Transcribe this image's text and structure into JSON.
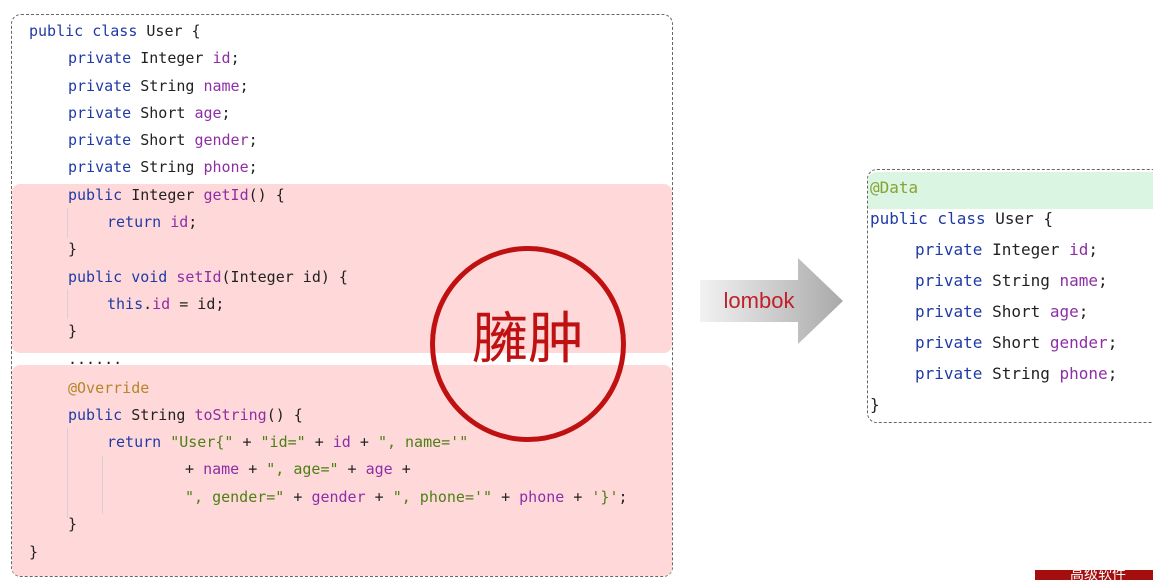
{
  "before_code": {
    "class_decl": {
      "kw": "public class",
      "name": "User {"
    },
    "fields": [
      {
        "kw": "private",
        "type": "Integer",
        "name": "id",
        "end": ";"
      },
      {
        "kw": "private",
        "type": "String",
        "name": "name",
        "end": ";"
      },
      {
        "kw": "private",
        "type": "Short",
        "name": "age",
        "end": ";"
      },
      {
        "kw": "private",
        "type": "Short",
        "name": "gender",
        "end": ";"
      },
      {
        "kw": "private",
        "type": "String",
        "name": "phone",
        "end": ";"
      }
    ],
    "getter": {
      "kw": "public",
      "type": "Integer",
      "method": "getId",
      "rest": "() {"
    },
    "getter_body": {
      "kw": "return",
      "field": "id",
      "end": ";"
    },
    "brace": "}",
    "setter": {
      "kw": "public void",
      "method": "setId",
      "rest": "(Integer id) {"
    },
    "setter_body": {
      "kw": "this",
      "dot": ".",
      "field": "id",
      "rest": " = id;"
    },
    "ellipsis": "......",
    "override": "@Override",
    "tostring": {
      "kw": "public",
      "type": "String",
      "method": "toString",
      "rest": "() {"
    },
    "ret1": {
      "kw": "return",
      "s1": "\"User{\"",
      "p1": " + ",
      "s2": "\"id=\"",
      "p2": " + ",
      "f1": "id",
      "p3": " + ",
      "s3": "\", name='\""
    },
    "ret2": {
      "p1": "+ ",
      "f1": "name",
      "p2": " + ",
      "s1": "\", age=\"",
      "p3": " + ",
      "f2": "age",
      "p4": " +"
    },
    "ret3": {
      "s1": "\", gender=\"",
      "p1": " + ",
      "f1": "gender",
      "p2": " + ",
      "s2": "\", phone='\"",
      "p3": " + ",
      "f2": "phone",
      "p4": " + ",
      "s3": "'}'",
      "end": ";"
    },
    "close": "}"
  },
  "stamp_text": "臃肿",
  "arrow_label": "lombok",
  "after_code": {
    "annotation": "@Data",
    "class_decl": {
      "kw": "public class",
      "name": "User {"
    },
    "fields": [
      {
        "kw": "private",
        "type": "Integer",
        "name": "id",
        "end": ";"
      },
      {
        "kw": "private",
        "type": "String",
        "name": "name",
        "end": ";"
      },
      {
        "kw": "private",
        "type": "Short",
        "name": "age",
        "end": ";"
      },
      {
        "kw": "private",
        "type": "Short",
        "name": "gender",
        "end": ";"
      },
      {
        "kw": "private",
        "type": "String",
        "name": "phone",
        "end": ";"
      }
    ],
    "close": "}"
  },
  "corner_text": "高级软件",
  "colors": {
    "keyword": "#1f3aa6",
    "field": "#8e2ea6",
    "string": "#4e7f15",
    "annotation": "#b5852a",
    "highlight_red": "#ffd9da",
    "highlight_green": "#dbf5e3",
    "stamp": "#bf1111"
  }
}
